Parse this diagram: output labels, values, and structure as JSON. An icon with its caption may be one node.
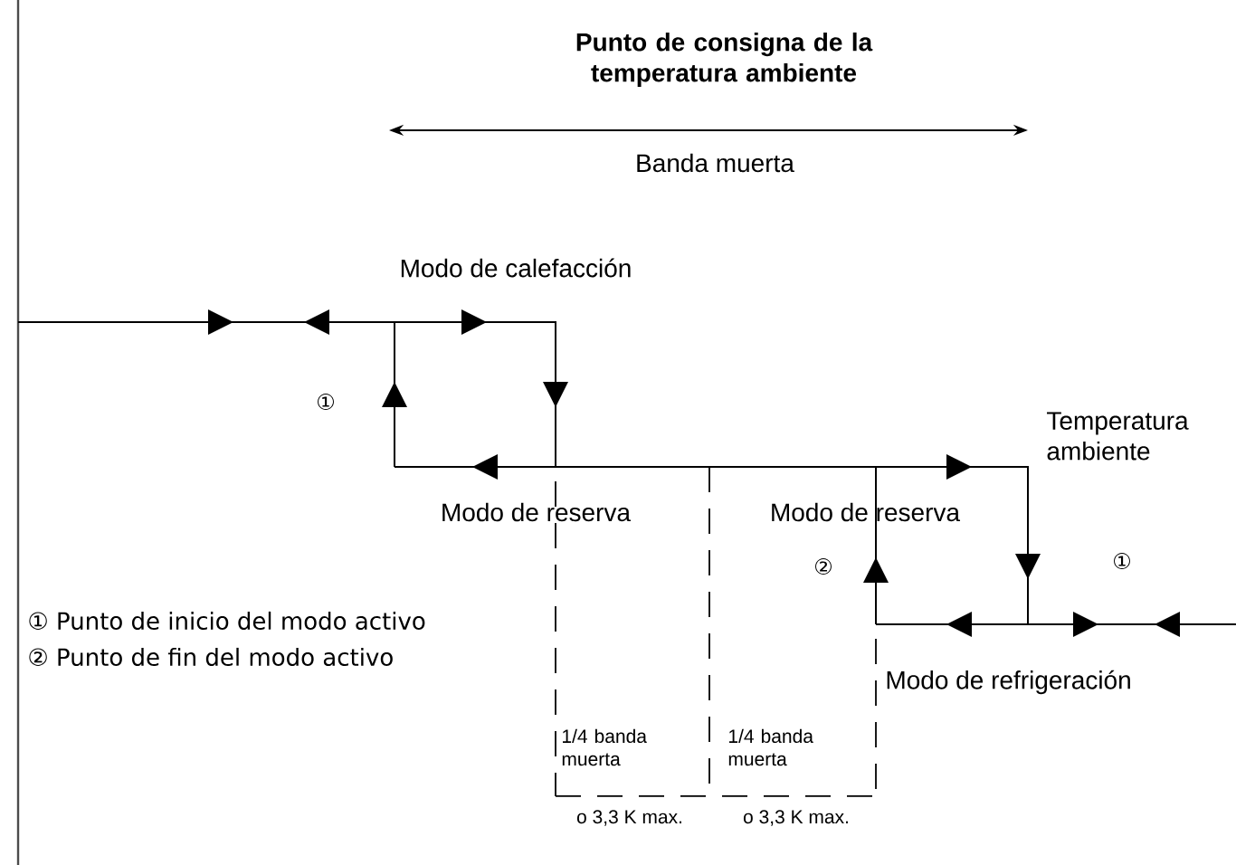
{
  "diagram": {
    "title": "Punto de consigna de la temperatura ambiente",
    "labels": [
      "Banda muerta",
      "Modo de calefacción",
      "①",
      "Temperatura ambiente",
      "Modo de reserva",
      "Modo de reserva",
      "②",
      "①",
      "① Punto de inicio del modo activo",
      "② Punto de fin del modo activo",
      "Modo de refrigeración",
      "1/4 banda muerta",
      "1/4 banda muerta",
      "o 3,3 K max.",
      "o 3,3 K max."
    ]
  }
}
